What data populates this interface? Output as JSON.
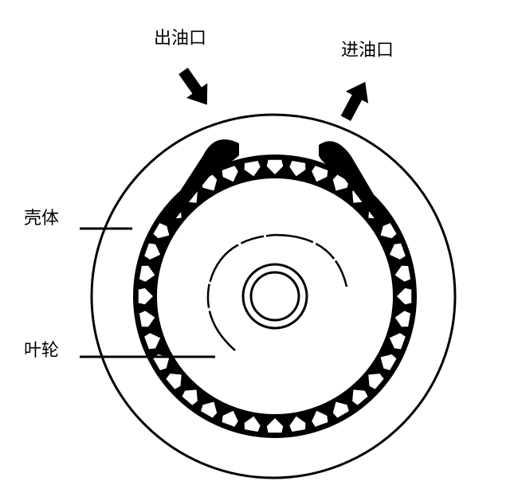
{
  "labels": {
    "outlet": "出油口",
    "inlet": "进油口",
    "housing": "壳体",
    "impeller": "叶轮"
  },
  "colors": {
    "ink": "#000000",
    "background": "#ffffff"
  }
}
